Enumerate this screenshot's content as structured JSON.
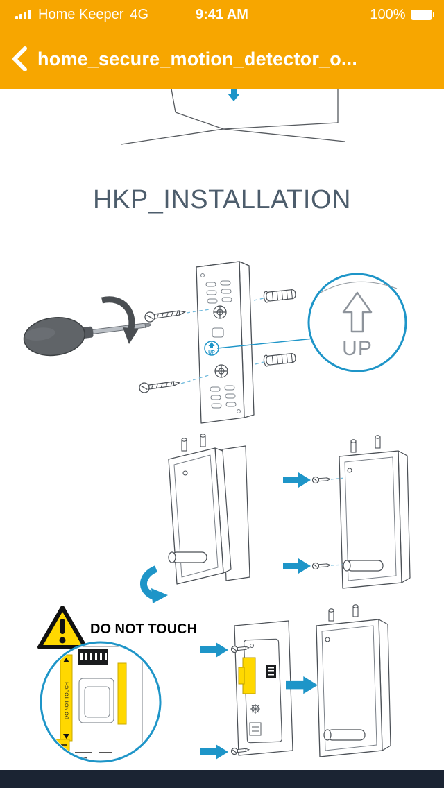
{
  "status_bar": {
    "carrier": "Home Keeper",
    "network": "4G",
    "time": "9:41 AM",
    "battery_percent": "100%"
  },
  "nav_bar": {
    "title": "home_secure_motion_detector_o..."
  },
  "document": {
    "page_title": "HKP_INSTALLATION",
    "warning_text": "DO NOT TOUCH",
    "up_label": "UP"
  },
  "icons": {
    "signal": "cellular-bars-icon",
    "battery": "battery-full-icon",
    "back": "chevron-left-icon",
    "warning": "warning-triangle-icon"
  },
  "colors": {
    "header_bg": "#F7A600",
    "accent_blue": "#1E95C8",
    "title_color": "#4D5D6C",
    "warning_yellow": "#FFD800",
    "bottom_bar": "#1B2433"
  }
}
